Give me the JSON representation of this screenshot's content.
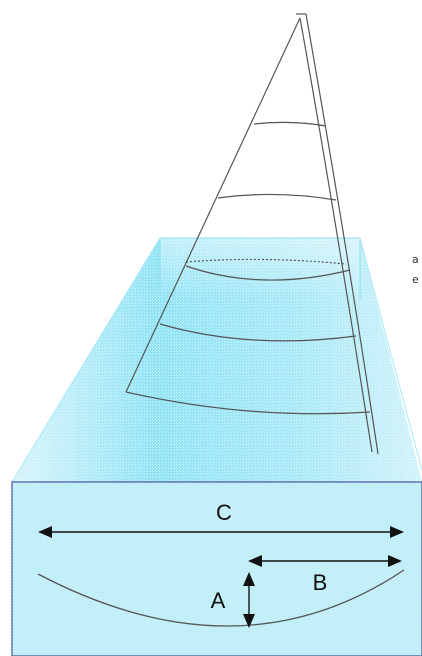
{
  "edge_text": [
    "a",
    "e"
  ],
  "labels": {
    "chord": "C",
    "draft_position": "B",
    "draft_depth": "A"
  },
  "colors": {
    "panel_fill": "#bfeef8",
    "panel_border": "#5a6fb0",
    "stream_light": "#d8f4fb",
    "stream_mid": "#9fe6f6",
    "stream_deep": "#6fd9f2",
    "sail_line": "#555555",
    "arrow": "#111111"
  }
}
